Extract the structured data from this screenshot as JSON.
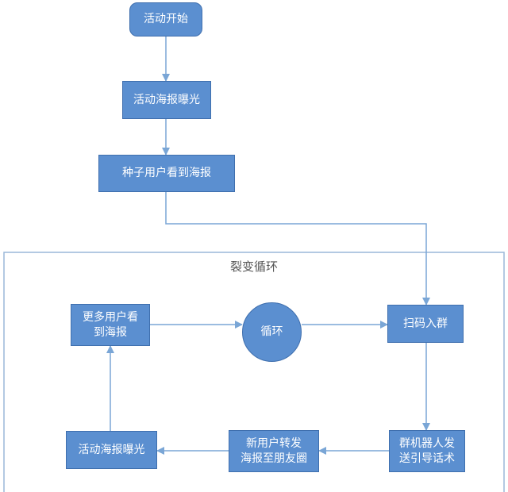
{
  "nodes": {
    "start": "活动开始",
    "poster_exposure_top": "活动海报曝光",
    "seed_users": "种子用户看到海报",
    "more_users": [
      "更多用户看",
      "到海报"
    ],
    "loop": "循环",
    "scan_join": "扫码入群",
    "bot_message": [
      "群机器人发",
      "送引导话术"
    ],
    "new_user_share": [
      "新用户转发",
      "海报至朋友圈"
    ],
    "poster_exposure_bottom": "活动海报曝光"
  },
  "group": {
    "label": "裂变循环"
  },
  "colors": {
    "node_fill": "#5b8fd0",
    "node_border": "#3f6fae",
    "connector": "#7aa6d6",
    "group_border": "#9ab7d8"
  }
}
